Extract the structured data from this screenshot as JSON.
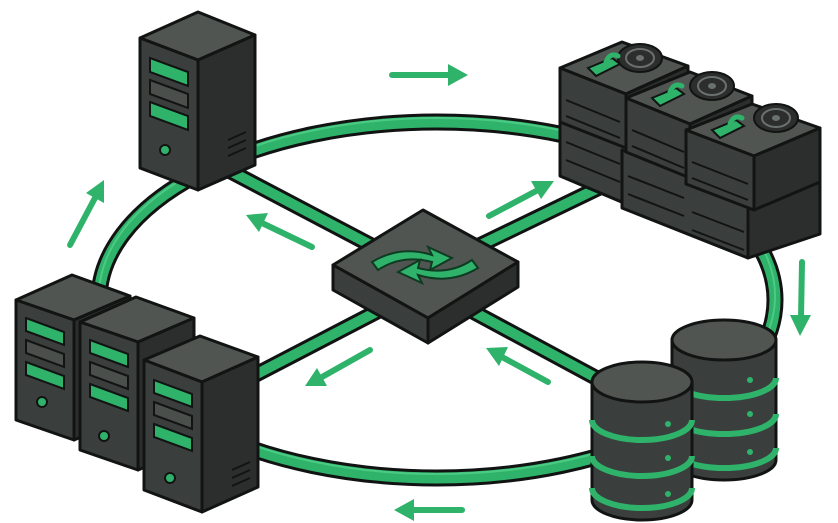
{
  "diagram": {
    "nodes": [
      {
        "id": "server-top-left",
        "icon": "tower-server-icon"
      },
      {
        "id": "server-cluster-bottom-left",
        "icon": "tower-server-icon",
        "count": 3
      },
      {
        "id": "disk-array-top-right",
        "icon": "hard-disk-icon",
        "count": 3
      },
      {
        "id": "database-bottom-right",
        "icon": "database-cylinder-icon",
        "count": 2
      },
      {
        "id": "central-switch",
        "icon": "network-switch-icon"
      }
    ],
    "edges": [
      {
        "from": "server-top-left",
        "to": "disk-array-top-right",
        "path": "ring"
      },
      {
        "from": "disk-array-top-right",
        "to": "database-bottom-right",
        "path": "ring"
      },
      {
        "from": "database-bottom-right",
        "to": "server-cluster-bottom-left",
        "path": "ring"
      },
      {
        "from": "server-cluster-bottom-left",
        "to": "server-top-left",
        "path": "ring"
      },
      {
        "from": "central-switch",
        "to": "server-top-left",
        "path": "spoke"
      },
      {
        "from": "central-switch",
        "to": "disk-array-top-right",
        "path": "spoke"
      },
      {
        "from": "database-bottom-right",
        "to": "central-switch",
        "path": "spoke"
      },
      {
        "from": "central-switch",
        "to": "server-cluster-bottom-left",
        "path": "spoke"
      }
    ]
  },
  "colors": {
    "accent": "#2fb36b",
    "accent_dark": "#1f7d48",
    "device_top": "#505552",
    "device_front": "#3a3e3c",
    "device_side": "#2b2e2d",
    "outline": "#121413",
    "background": "#ffffff"
  }
}
